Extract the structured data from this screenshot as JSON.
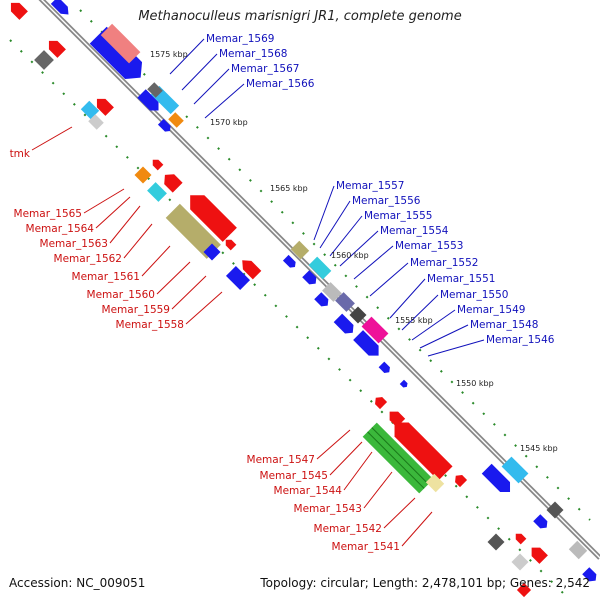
{
  "title": "Methanoculleus marisnigri JR1, complete genome",
  "footer": {
    "accession": "Accession: NC_009051",
    "summary": "Topology: circular; Length: 2,478,101 bp; Genes: 2,542"
  },
  "colors": {
    "backbone": "#888888",
    "tick": "#2a8a2a",
    "forward_label": "#1111bb",
    "reverse_label": "#cc1111"
  },
  "scale_labels": [
    "1575 kbp",
    "1570 kbp",
    "1565 kbp",
    "1560 kbp",
    "1555 kbp",
    "1550 kbp",
    "1545 kbp"
  ],
  "forward_genes": [
    "Memar_1569",
    "Memar_1568",
    "Memar_1567",
    "Memar_1566",
    "Memar_1557",
    "Memar_1556",
    "Memar_1555",
    "Memar_1554",
    "Memar_1553",
    "Memar_1552",
    "Memar_1551",
    "Memar_1550",
    "Memar_1549",
    "Memar_1548",
    "Memar_1546"
  ],
  "reverse_genes": [
    "tmk",
    "Memar_1565",
    "Memar_1564",
    "Memar_1563",
    "Memar_1562",
    "Memar_1561",
    "Memar_1560",
    "Memar_1559",
    "Memar_1558",
    "Memar_1547",
    "Memar_1545",
    "Memar_1544",
    "Memar_1543",
    "Memar_1542",
    "Memar_1541"
  ]
}
